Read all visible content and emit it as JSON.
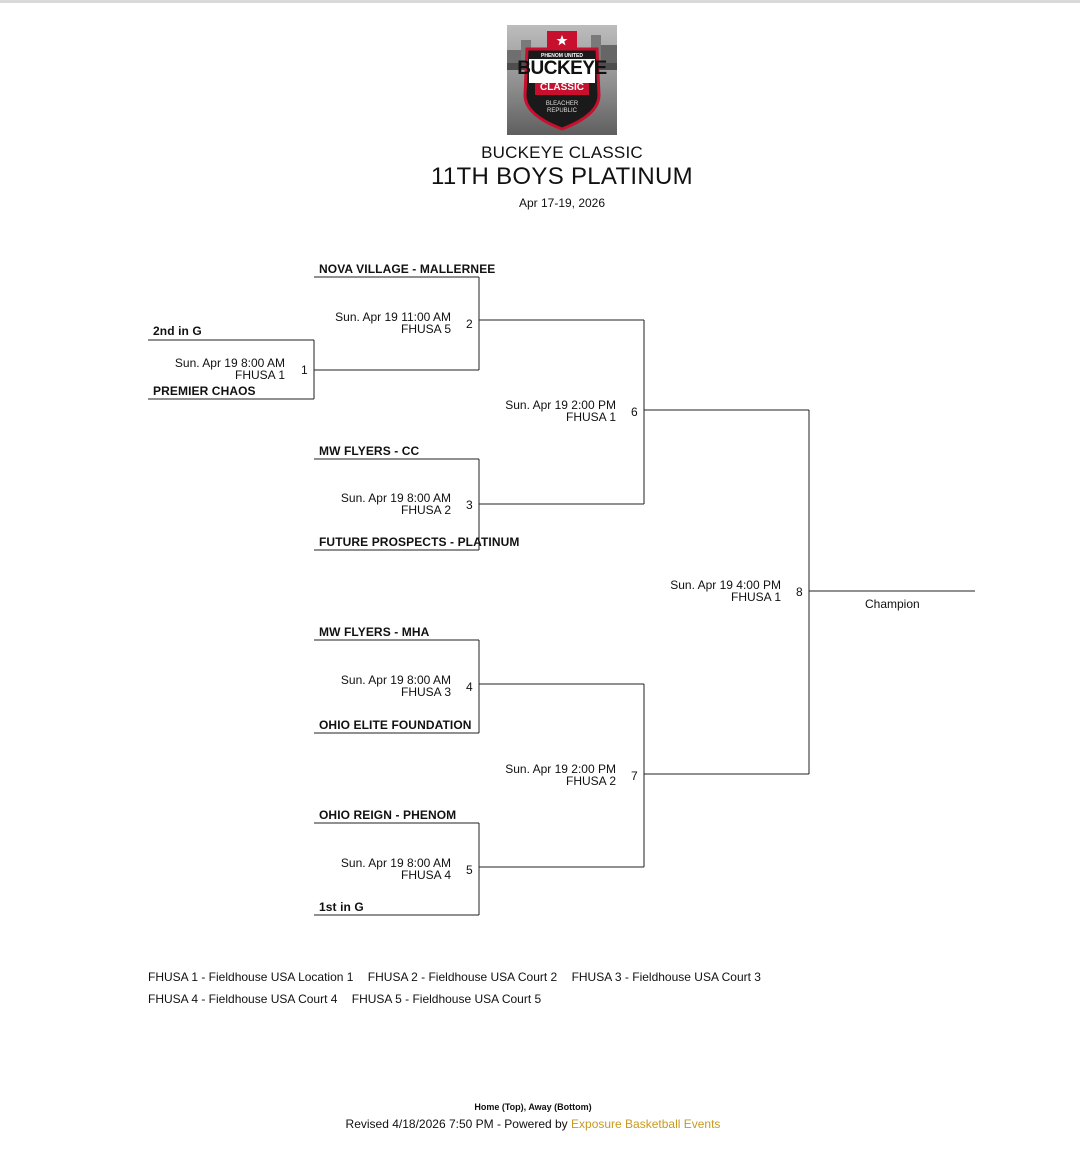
{
  "header": {
    "logo_texts": [
      "PHENOM UNITED",
      "BUCKEYE",
      "CLASSIC",
      "BLEACHER",
      "REPUBLIC"
    ],
    "event_name": "BUCKEYE CLASSIC",
    "division": "11TH BOYS PLATINUM",
    "dates": "Apr 17-19, 2026",
    "colors": {
      "logo_red": "#c8102e",
      "logo_dark": "#1a1a1a"
    }
  },
  "bracket": {
    "teams": {
      "nova_village": "NOVA VILLAGE - MALLERNEE",
      "second_in_g": "2nd in G",
      "premier_chaos": "PREMIER CHAOS",
      "mw_flyers_cc": "MW FLYERS - CC",
      "future_prospects": "FUTURE PROSPECTS - PLATINUM",
      "mw_flyers_mha": "MW FLYERS - MHA",
      "ohio_elite": "OHIO ELITE FOUNDATION",
      "ohio_reign": "OHIO REIGN - PHENOM",
      "first_in_g": "1st in G"
    },
    "games": {
      "g1": {
        "number": "1",
        "time": "Sun. Apr 19 8:00 AM",
        "court": "FHUSA 1"
      },
      "g2": {
        "number": "2",
        "time": "Sun. Apr 19 11:00 AM",
        "court": "FHUSA 5"
      },
      "g3": {
        "number": "3",
        "time": "Sun. Apr 19 8:00 AM",
        "court": "FHUSA 2"
      },
      "g4": {
        "number": "4",
        "time": "Sun. Apr 19 8:00 AM",
        "court": "FHUSA 3"
      },
      "g5": {
        "number": "5",
        "time": "Sun. Apr 19 8:00 AM",
        "court": "FHUSA 4"
      },
      "g6": {
        "number": "6",
        "time": "Sun. Apr 19 2:00 PM",
        "court": "FHUSA 1"
      },
      "g7": {
        "number": "7",
        "time": "Sun. Apr 19 2:00 PM",
        "court": "FHUSA 2"
      },
      "g8": {
        "number": "8",
        "time": "Sun. Apr 19 4:00 PM",
        "court": "FHUSA 1"
      }
    },
    "champion_label": "Champion"
  },
  "legend": [
    "FHUSA 1 - Fieldhouse USA Location 1",
    "FHUSA 2 - Fieldhouse USA Court 2",
    "FHUSA 3 - Fieldhouse USA Court 3",
    "FHUSA 4 - Fieldhouse USA Court 4",
    "FHUSA 5 - Fieldhouse USA Court 5"
  ],
  "footer": {
    "note": "Home (Top), Away (Bottom)",
    "revised_prefix": "Revised 4/18/2026 7:50 PM - Powered by ",
    "link_text": "Exposure Basketball Events",
    "link_color": "#c79a1e"
  }
}
